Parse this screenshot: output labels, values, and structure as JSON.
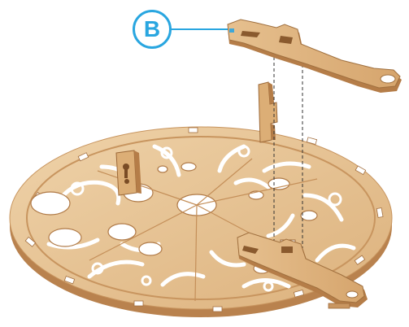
{
  "callout": {
    "label": "B",
    "color": "#29a6e0"
  },
  "parts": [
    "wooden-disc-base",
    "swing-arm-top",
    "swing-arm-bottom",
    "upright-post-left",
    "upright-post-rear",
    "dashed-alignment-guides"
  ],
  "colors": {
    "wood_light": "#e8c79c",
    "wood_mid": "#d9ad78",
    "wood_edge": "#b9824e",
    "wood_dark": "#8a5a2e",
    "cutout": "#ffffff"
  }
}
